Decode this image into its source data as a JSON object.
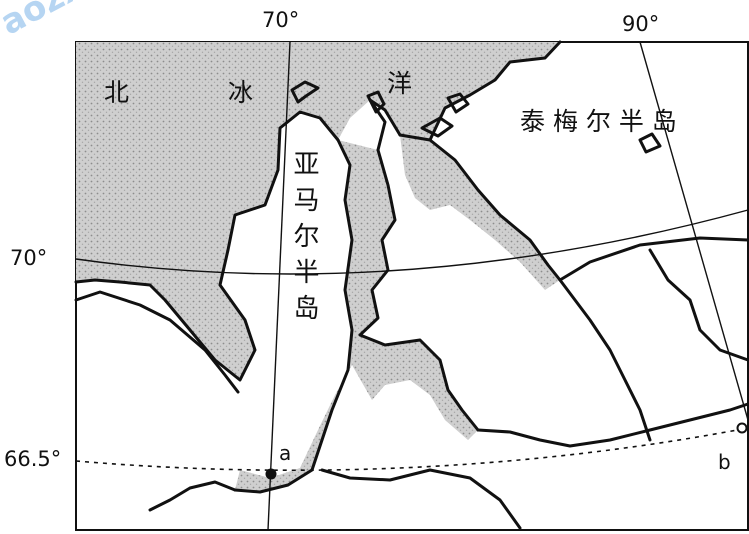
{
  "watermark": "aozx.c",
  "grid": {
    "meridian_labels": [
      "70°",
      "90°"
    ],
    "parallel_labels": [
      "70°",
      "66.5°"
    ]
  },
  "regions": {
    "arctic_ocean_chars": [
      "北",
      "冰",
      "洋"
    ],
    "taymyr": "泰 梅 尔 半 岛",
    "yamal": "亚马尔半岛"
  },
  "points": {
    "a": "a",
    "b": "b"
  },
  "colors": {
    "land": "#ffffff",
    "water": "#cdcdcd",
    "stroke": "#111111"
  }
}
